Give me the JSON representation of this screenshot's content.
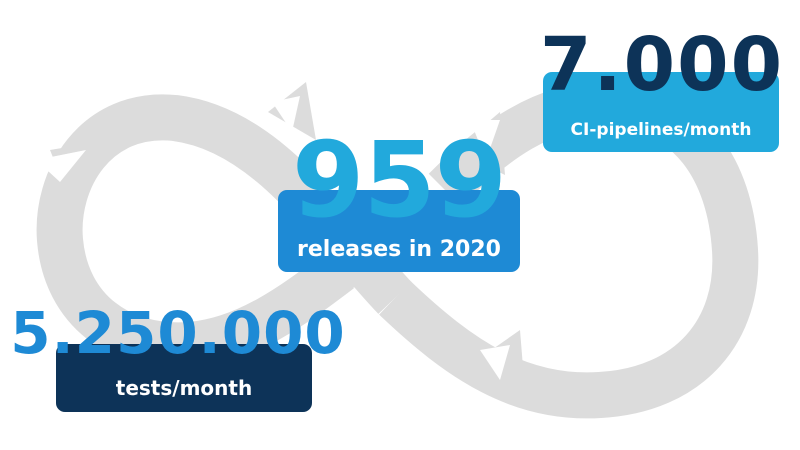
{
  "colors": {
    "navy": "#0d3358",
    "cyan": "#22a9dc",
    "blue": "#1e8ad5",
    "infinity": "#dcdcdc"
  },
  "background": {
    "icon": "infinity-loop-arrows-icon"
  },
  "stats": {
    "ci": {
      "value": "7.000",
      "label": "CI-pipelines/month"
    },
    "releases": {
      "value": "959",
      "label": "releases in 2020"
    },
    "tests": {
      "value": "5.250.000",
      "label": "tests/month"
    }
  }
}
